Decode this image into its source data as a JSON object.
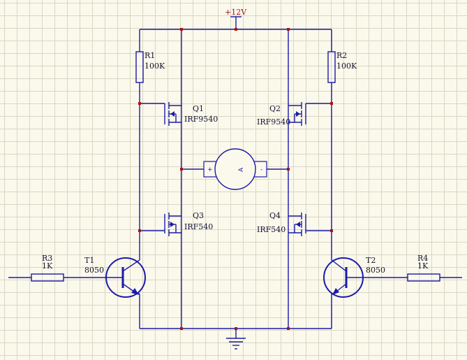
{
  "power": {
    "supply_label": "+12V"
  },
  "resistors": {
    "r1": {
      "name": "R1",
      "value": "100K"
    },
    "r2": {
      "name": "R2",
      "value": "100K"
    },
    "r3": {
      "name": "R3",
      "value": "1K"
    },
    "r4": {
      "name": "R4",
      "value": "1K"
    }
  },
  "mosfets": {
    "q1": {
      "name": "Q1",
      "part": "IRF9540"
    },
    "q2": {
      "name": "Q2",
      "part": "IRF9540"
    },
    "q3": {
      "name": "Q3",
      "part": "IRF540"
    },
    "q4": {
      "name": "Q4",
      "part": "IRF540"
    }
  },
  "transistors": {
    "t1": {
      "name": "T1",
      "part": "8050"
    },
    "t2": {
      "name": "T2",
      "part": "8050"
    }
  },
  "motor": {
    "symbol": "A",
    "plus": "+",
    "minus": "-"
  },
  "colors": {
    "wire": "#1a1aa8",
    "junction": "#a8141a",
    "grid": "#d9d6c2",
    "background": "#fbf9ec"
  }
}
